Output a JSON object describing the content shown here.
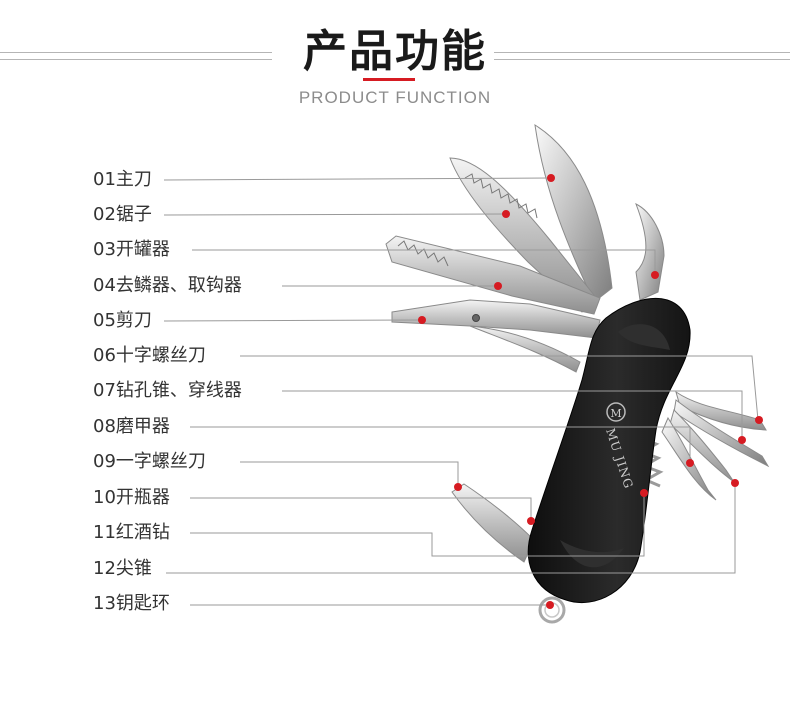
{
  "header": {
    "title": "产品功能",
    "subtitle": "PRODUCT FUNCTION"
  },
  "brand_text": "MU JING",
  "features": [
    "01主刀",
    "02锯子",
    "03开罐器",
    "04去鳞器、取钩器",
    "05剪刀",
    "06十字螺丝刀",
    "07钻孔锥、穿线器",
    "08磨甲器",
    "09一字螺丝刀",
    "10开瓶器",
    "11红酒钻",
    "12尖锥",
    "13钥匙环"
  ],
  "colors": {
    "marker": "#d61b22",
    "title_underline": "#d61b22",
    "handle": "#1c1c1c",
    "leader_line": "#9a9a9a"
  }
}
